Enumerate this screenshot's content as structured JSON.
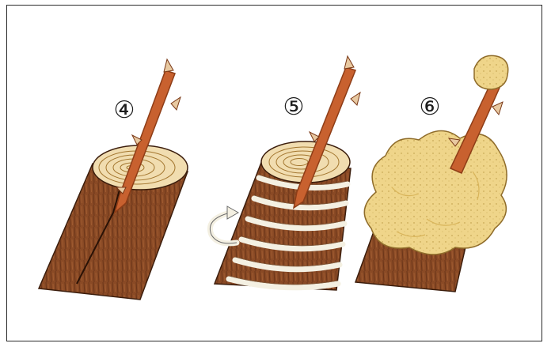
{
  "figure": {
    "steps": [
      {
        "number": "4",
        "label": "④"
      },
      {
        "number": "5",
        "label": "⑤"
      },
      {
        "number": "6",
        "label": "⑥"
      }
    ]
  },
  "colors": {
    "bark": "#8a4a25",
    "bark_dark": "#5a2c14",
    "bark_light": "#b06a3b",
    "cut_wood": "#f1ddb0",
    "ring": "#a3762f",
    "scion": "#c8612f",
    "scion_dark": "#8e3d17",
    "tape": "#f4f0e2",
    "wax": "#efd58a",
    "wax_shadow": "#d8b45a",
    "frame": "#2a2a2a"
  },
  "icons": {
    "wrap_direction": "curved-arrow-icon"
  }
}
